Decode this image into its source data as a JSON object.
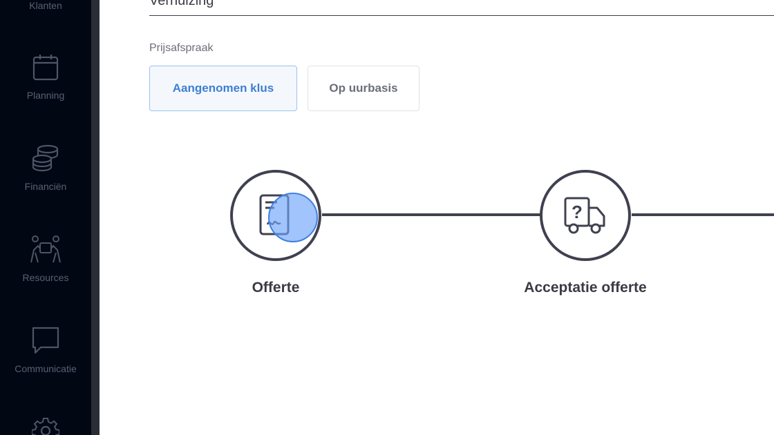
{
  "sidebar": {
    "items": [
      {
        "label": "Klanten",
        "icon": "users-icon"
      },
      {
        "label": "Planning",
        "icon": "calendar-icon"
      },
      {
        "label": "Financiën",
        "icon": "coins-icon"
      },
      {
        "label": "Resources",
        "icon": "team-icon"
      },
      {
        "label": "Communicatie",
        "icon": "chat-icon"
      },
      {
        "label": "",
        "icon": "gear-icon"
      }
    ]
  },
  "main": {
    "title": "Verhuizing",
    "pricing_label": "Prijsafspraak",
    "pricing_options": [
      {
        "label": "Aangenomen klus",
        "selected": true
      },
      {
        "label": "Op uurbasis",
        "selected": false
      }
    ],
    "steps": [
      {
        "label": "Offerte",
        "icon": "document-icon"
      },
      {
        "label": "Acceptatie offerte",
        "icon": "question-truck-icon"
      }
    ]
  },
  "colors": {
    "sidebar_bg": "#020714",
    "accent": "#3f7fd0",
    "timeline": "#40414f"
  }
}
